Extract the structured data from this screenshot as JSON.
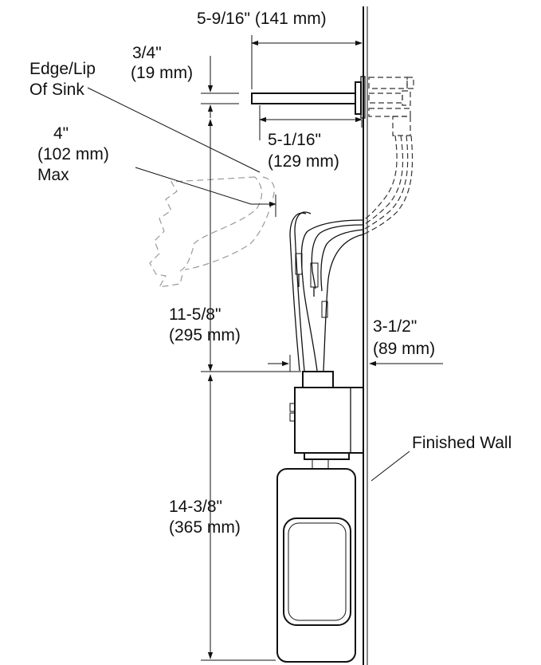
{
  "labels": {
    "spout_length_in": "5-9/16\" (141 mm)",
    "spout_height_in": "3/4\"",
    "spout_height_mm": "(19 mm)",
    "edge_lip_1": "Edge/Lip",
    "edge_lip_2": "Of Sink",
    "reach_in": "5-1/16\"",
    "reach_mm": "(129 mm)",
    "sink_max_1": "4\"",
    "sink_max_2": "(102 mm)",
    "sink_max_3": "Max",
    "upper_dim_in": "11-5/8\"",
    "upper_dim_mm": "(295 mm)",
    "wall_offset_in": "3-1/2\"",
    "wall_offset_mm": "(89 mm)",
    "finished_wall": "Finished Wall",
    "lower_dim_in": "14-3/8\"",
    "lower_dim_mm": "(365 mm)"
  },
  "colors": {
    "line": "#111111",
    "sink_dashed": "#9a9a9a",
    "background": "#ffffff"
  }
}
